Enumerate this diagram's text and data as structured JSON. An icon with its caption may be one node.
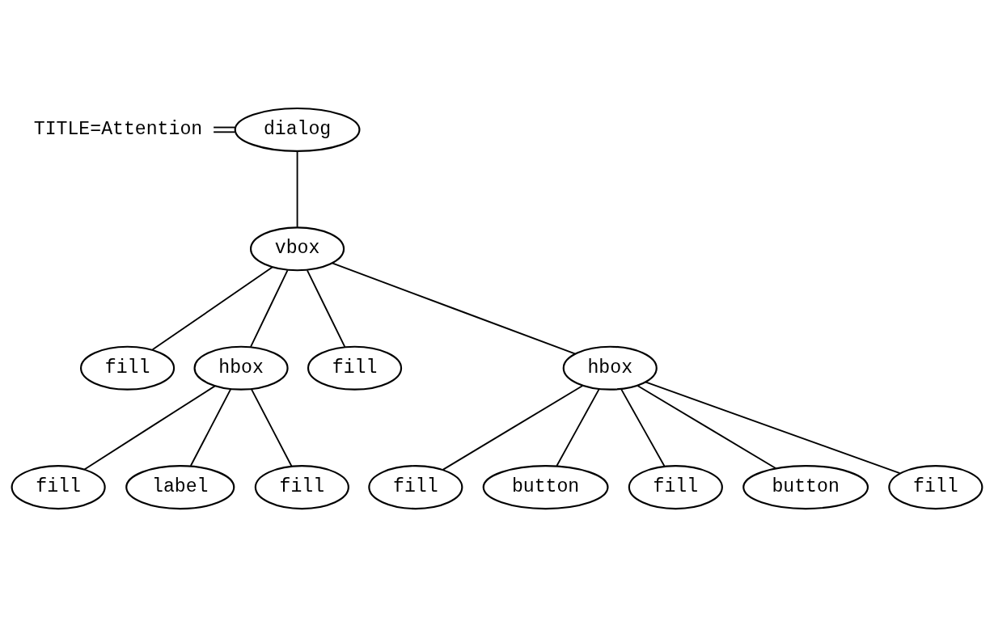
{
  "diagram": {
    "nodes": [
      {
        "text": [
          "dialog"
        ]
      },
      {
        "text": [
          "TITLE=Attention"
        ]
      },
      {
        "text": [
          "vbox"
        ]
      },
      {
        "text": [
          "fill"
        ]
      },
      {
        "text": [
          "hbox"
        ]
      },
      {
        "text": [
          "fill"
        ]
      },
      {
        "text": [
          "hbox"
        ]
      },
      {
        "text": [
          "fill"
        ]
      },
      {
        "text": [
          "label"
        ]
      },
      {
        "text": [
          "fill"
        ]
      },
      {
        "text": [
          "fill"
        ]
      },
      {
        "text": [
          "button"
        ]
      },
      {
        "text": [
          "fill"
        ]
      },
      {
        "text": [
          "button"
        ]
      },
      {
        "text": [
          "fill"
        ]
      }
    ],
    "edges": [
      {
        "from": 1,
        "to": 0,
        "arrow": "none"
      },
      {
        "from": 0,
        "to": 2,
        "arrow": "none"
      },
      {
        "from": 2,
        "to": 3,
        "arrow": "none"
      },
      {
        "from": 2,
        "to": 4,
        "arrow": "none"
      },
      {
        "from": 2,
        "to": 5,
        "arrow": "none"
      },
      {
        "from": 2,
        "to": 6,
        "arrow": "none"
      },
      {
        "from": 4,
        "to": 7,
        "arrow": "none"
      },
      {
        "from": 4,
        "to": 8,
        "arrow": "none"
      },
      {
        "from": 4,
        "to": 9,
        "arrow": "none"
      },
      {
        "from": 6,
        "to": 10,
        "arrow": "none"
      },
      {
        "from": 6,
        "to": 11,
        "arrow": "none"
      },
      {
        "from": 6,
        "to": 12,
        "arrow": "none"
      },
      {
        "from": 6,
        "to": 13,
        "arrow": "none"
      },
      {
        "from": 6,
        "to": 14,
        "arrow": "none"
      }
    ]
  }
}
